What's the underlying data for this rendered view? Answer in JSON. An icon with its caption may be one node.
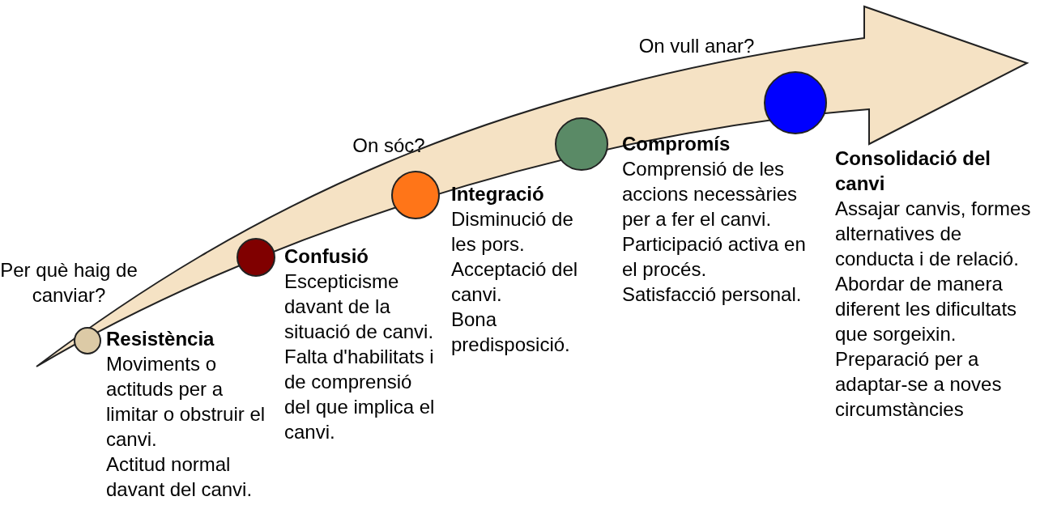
{
  "diagram": {
    "nodes": [
      {
        "text": [],
        "shape": "circle",
        "beside": [
          "Resistència",
          "Moviments o actituds per a limitar o obstruir el canvi.",
          "Actitud normal davant del canvi."
        ]
      },
      {
        "text": [],
        "shape": "circle",
        "beside": [
          "Confusió",
          "Escepticisme davant de la situació de canvi.",
          "Falta d'habilitats i de comprensió del que implica el canvi."
        ]
      },
      {
        "text": [],
        "shape": "circle",
        "beside": [
          "Integració",
          "Disminució de les pors.",
          "Acceptació del canvi.",
          "Bona predisposició."
        ]
      },
      {
        "text": [],
        "shape": "circle",
        "beside": [
          "Compromís",
          "Comprensió de les accions necessàries per a fer el canvi.",
          "Participació activa en el procés.",
          "Satisfacció personal."
        ]
      },
      {
        "text": [],
        "shape": "circle",
        "beside": [
          "Consolidació del canvi",
          "Assajar canvis, formes alternatives de conducta i de relació.",
          "Abordar de manera diferent les dificultats que sorgeixin.",
          "Preparació per a adaptar-se a noves circumstàncies"
        ]
      }
    ],
    "labels": [
      "Per què haig de canviar?",
      "On sóc?",
      "On vull anar?"
    ]
  }
}
